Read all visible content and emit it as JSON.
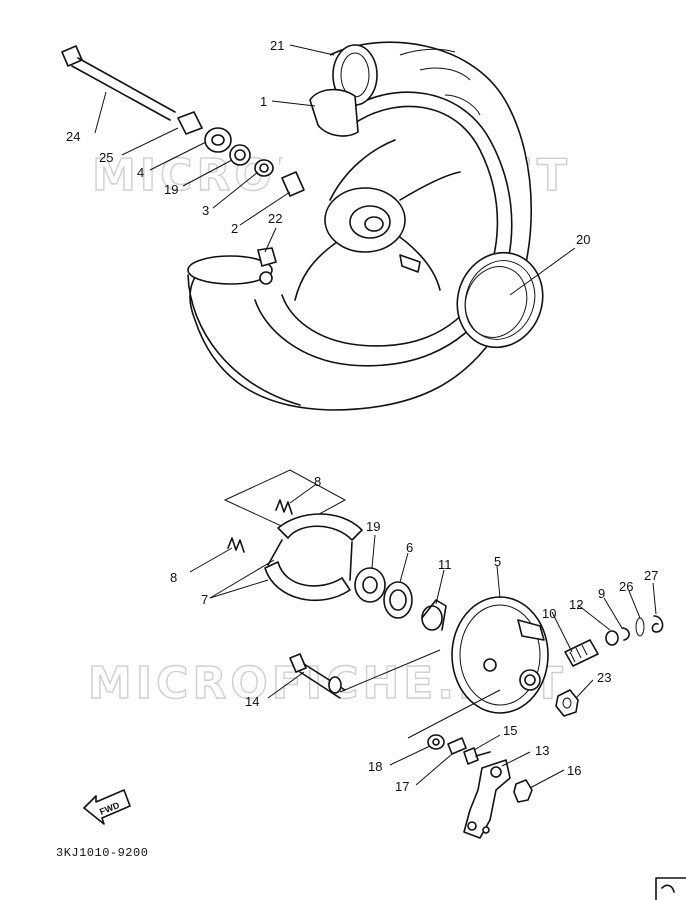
{
  "watermark": "MICROFICHE.NET",
  "drawing_code": "3KJ1010-9200",
  "fwd_label": "FWD",
  "callouts": {
    "c1": "1",
    "c2": "2",
    "c3": "3",
    "c4": "4",
    "c5": "5",
    "c6": "6",
    "c7": "7",
    "c8a": "8",
    "c8b": "8",
    "c9": "9",
    "c10": "10",
    "c11": "11",
    "c12": "12",
    "c13": "13",
    "c14": "14",
    "c15": "15",
    "c16": "16",
    "c17": "17",
    "c18": "18",
    "c19a": "19",
    "c19b": "19",
    "c20": "20",
    "c21": "21",
    "c22": "22",
    "c23": "23",
    "c24": "24",
    "c25": "25",
    "c26": "26",
    "c27": "27"
  }
}
